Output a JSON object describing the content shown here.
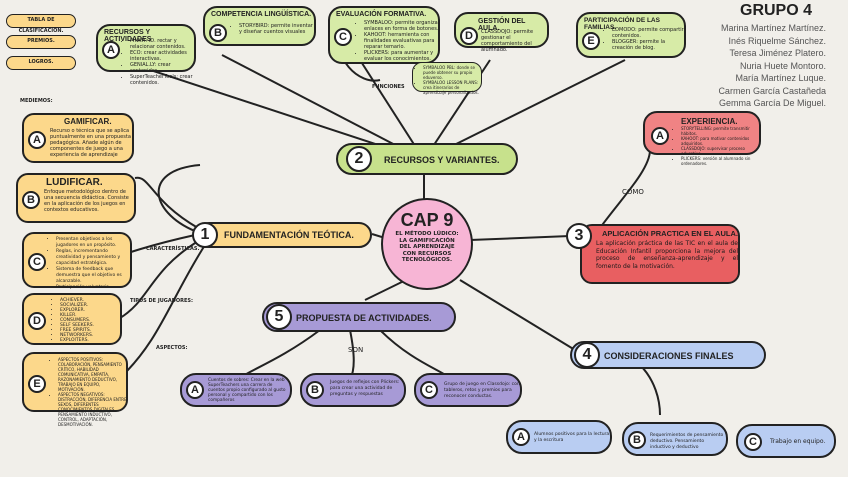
{
  "group": {
    "title": "GRUPO 4",
    "members": [
      "Marina Martínez Martínez.",
      "Inés Riquelme Sánchez.",
      "Teresa Jiménez Platero.",
      "Nuria Huete Montoro.",
      "María Martínez Luque.",
      "Carmen García Castañeda",
      "Gemma García De Miguel."
    ]
  },
  "buttons": [
    "TABLA DE CLASIFICACIÓN.",
    "PREMIOS.",
    "LOGROS."
  ],
  "labels": {
    "mediemos": "MEDIEMOS:",
    "caracteristicas": "CARACTERÍSTICAS.",
    "tipos": "TIPOS DE JUGADORES:",
    "aspectos": "ASPECTOS:",
    "como": "COMO",
    "son": "SON",
    "funciones": "FUNCIONES"
  },
  "center": {
    "title": "CAP 9",
    "subtitle": "EL MÉTODO LÚDICO: LA GAMIFICACIÓN DEL APRENDIZAJE CON RECURSOS TECNOLÓGICOS."
  },
  "branches": {
    "b1": {
      "num": "1",
      "label": "FUNDAMENTACIÓN TEÓTICA."
    },
    "b2": {
      "num": "2",
      "label": "RECURSOS Y VARIANTES."
    },
    "b3": {
      "num": "3",
      "label": "APLICACIÓN PRACTICA EN EL AULA.",
      "text": "La aplicación práctica de las TIC en el aula de Educación Infantil proporciona la mejora del proceso de enseñanza-aprendizaje y el fomento de la motivación."
    },
    "b4": {
      "num": "4",
      "label": "CONSIDERACIONES FINALES"
    },
    "b5": {
      "num": "5",
      "label": "PROPUESTA DE ACTIVIDADES."
    }
  },
  "left": {
    "gamificar": {
      "letter": "A",
      "title": "GAMIFICAR.",
      "text": "Recurso o técnica que se aplica puntualmente en una propuesta pedagógica. Añade algún de componentes de juego a una experiencia de aprendizaje"
    },
    "ludificar": {
      "letter": "B",
      "title": "LUDIFICAR.",
      "text": "Enfoque metodológico dentro de una secuencia didáctica. Consiste en la aplicación de los juegos en contextos educativos."
    },
    "caracteristicas": {
      "letter": "C",
      "items": [
        "Presentan objetivos a los jugadores en un propósito.",
        "Reglas, incrementando creatividad y pensamiento y capacidad estratégica.",
        "Sistema de feedback que demuestra que el objetivo es alcanzable.",
        "Participación voluntaria."
      ]
    },
    "tipos": {
      "letter": "D",
      "items": [
        "ACHIEVER.",
        "SOCIALIZER.",
        "EXPLORER.",
        "KILLER.",
        "CONSUMERS.",
        "SELF SEEKERS.",
        "FREE SPIRITS.",
        "NETWORKERS.",
        "EXPLOITERS."
      ]
    },
    "aspectos": {
      "letter": "E",
      "items": [
        "ASPECTOS POSITIVOS: COLABORACIÓN, PENSAMIENTO CRÍTICO, HABILIDAD COMUNICATIVA, EMPATÍA, RAZONAMIENTO DEDUCTIVO, TRABAJO EN EQUIPO, MOTIVACIÓN.",
        "ASPECTOS NEGATIVOS: DISTRACCIÓN, DIFERENCIA ENTRE SEXOS, DIFERENTES CONOCIMIENTOS DIGITALES, PENSAMIENTO INDUCTIVO, CONTROL, ADAPTACIÓN, DESMOTIVACIÓN."
      ]
    }
  },
  "top": {
    "recursos": {
      "letter": "A",
      "title": "RECURSOS Y ACTIVIDADES",
      "items": [
        "PINKIT: ID. rectar y relacionar contenidos.",
        "ECO: crear actividades interactivas.",
        "GENIAL.LY: crear contenidos.",
        "SuperTeacherTools: crear contenidos."
      ]
    },
    "competencia": {
      "letter": "B",
      "title": "COMPETENCIA LINGÜÍSTICA.",
      "items": [
        "STORYBIRD: permite inventar y diseñar cuentos visuales"
      ]
    },
    "evaluacion": {
      "letter": "C",
      "title": "EVALUACIÓN FORMATIVA.",
      "items": [
        "SYMBALOO: permite organizar enlaces en forma de botones.",
        "KAHOOT: herramienta con finalidades evaluativas para reparar temario.",
        "PLICKERS: para aumentar y evaluar los conocimientos."
      ]
    },
    "evalsub": {
      "items": [
        "SYMBALOO PBL: donde se puede obtener su propio eduverso.",
        "SYMBALOO LESSON PLANS: crea itinerarios de aprendizaje personalizados."
      ]
    },
    "gestion": {
      "letter": "D",
      "title": "GESTIÓN DEL AULA.",
      "items": [
        "CLASSDOJO: permite gestionar el comportamiento del alumnado."
      ]
    },
    "participacion": {
      "letter": "E",
      "title": "PARTICIPACIÓN DE LAS FAMILIAS.",
      "items": [
        "EDMODO: permite compartir contenidos.",
        "BLOGGER: permite la creación de blog."
      ]
    }
  },
  "experiencia": {
    "letter": "A",
    "title": "EXPERIENCIA.",
    "items": [
      "STORYTELLING: permite transmitir hábitos.",
      "KAHOOT: para motivar contenidos adquiridos.",
      "CLASSDOJO: supervisar proceso educativo.",
      "PLICKERS: versión al alumnado sin ordenadores."
    ]
  },
  "propuesta": {
    "a": {
      "letter": "A",
      "text": "Cuentos de sobres: Crear en la web SuperTeachers una carrera de cuentos propio configurado al gusto personal y compartido con los compañeros"
    },
    "b": {
      "letter": "B",
      "text": "Juegos de reflejos con Plickers: para crear una actividad de preguntas y respuestas"
    },
    "c": {
      "letter": "C",
      "text": "Grupo de juego en Classdojo: con tableros, retos y premios para reconocer conductas."
    }
  },
  "consideraciones": {
    "a": {
      "letter": "A",
      "text": "Alumnos positivos para la lectura y la escritura"
    },
    "b": {
      "letter": "B",
      "text": "Requerimientos de pensamiento deductivo. Pensamiento inductivo y deductivo"
    },
    "c": {
      "letter": "C",
      "text": "Trabajo en equipo."
    }
  },
  "colors": {
    "yellow": "#fcd88b",
    "green": "#c7e18c",
    "purple": "#a79ad6",
    "blue": "#b9cdf2",
    "red": "#e85f61",
    "pink": "#f7b5d5"
  }
}
